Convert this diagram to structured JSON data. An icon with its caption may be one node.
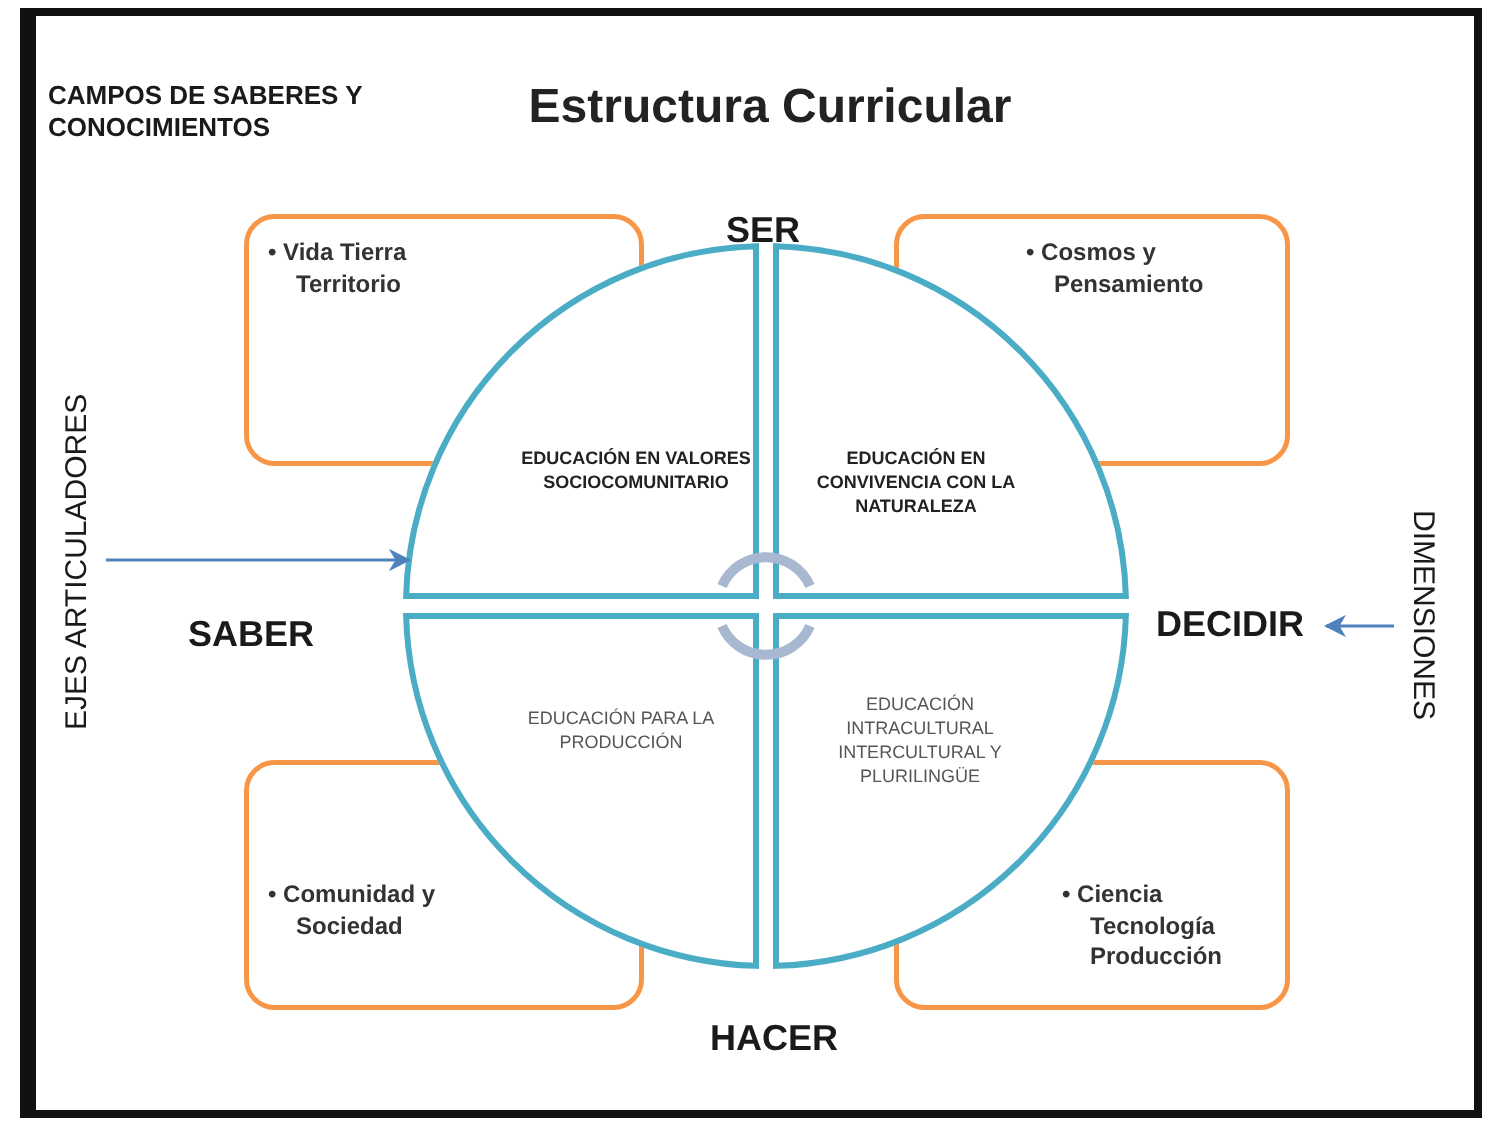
{
  "diagram": {
    "title": "Estructura Curricular",
    "nodes": [
      {
        "text": [
          "• Vida Tierra Territorio"
        ]
      },
      {
        "text": [
          "• Cosmos y Pensamiento"
        ]
      },
      {
        "text": [
          "• Comunidad y Sociedad"
        ]
      },
      {
        "text": [
          "• Ciencia Tecnología Producción"
        ]
      },
      {
        "text": [
          "EDUCACIÓN EN VALORES SOCIOCOMUNITARIO"
        ]
      },
      {
        "text": [
          "EDUCACIÓN EN CONVIVENCIA CON LA NATURALEZA"
        ]
      },
      {
        "text": [
          "EDUCACIÓN PARA LA PRODUCCIÓN"
        ]
      },
      {
        "text": [
          "EDUCACIÓN INTRACULTURAL INTERCULTURAL Y PLURILINGÜE"
        ]
      },
      {
        "text": [
          "EJES ARTICULADORES"
        ]
      },
      {
        "text": [
          "DECIDIR"
        ]
      },
      {
        "text": [
          "DIMENSIONES"
        ]
      }
    ],
    "edges": [
      {
        "from": 8,
        "to": 4,
        "arrow": "to"
      },
      {
        "from": 10,
        "to": 9,
        "arrow": "to"
      }
    ],
    "labels": [
      "CAMPOS DE SABERES Y CONOCIMIENTOS",
      "SER",
      "SABER",
      "HACER"
    ]
  }
}
